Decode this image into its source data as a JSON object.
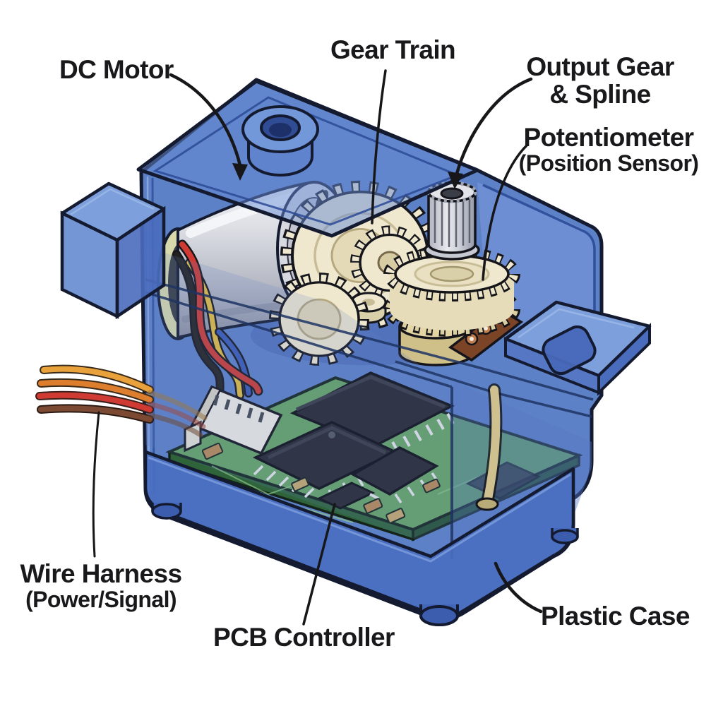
{
  "labels": {
    "dc_motor": "DC Motor",
    "gear_train": "Gear Train",
    "output_gear_line1": "Output Gear",
    "output_gear_line2": "& Spline",
    "potentiometer_line1": "Potentiometer",
    "potentiometer_line2": "(Position Sensor)",
    "wire_harness_line1": "Wire Harness",
    "wire_harness_line2": "(Power/Signal)",
    "pcb_controller": "PCB Controller",
    "plastic_case": "Plastic Case"
  },
  "colors": {
    "label_color": "#19191b",
    "outline": "#141b30",
    "case_blue": "#5d81c6",
    "case_blue_light": "#7da0dd",
    "case_blue_deep": "#4468b8",
    "case_blue_dark": "#2b4a96",
    "gear_cream": "#efe8cf",
    "gear_cream_shade": "#d9cda2",
    "motor_silver": "#d7d9e0",
    "motor_ring": "#d7d9ac",
    "pcb_green": "#67a463",
    "pcb_green_dark": "#2f6339",
    "chip_black": "#26262c",
    "pot_brown": "#7c4426",
    "pot_copper": "#c07e4e",
    "pot_tan": "#cfc08a",
    "wire_red": "#cf3a32",
    "wire_orange": "#dd7e2e",
    "wire_orange_light": "#e9a23b",
    "wire_brown": "#7c4a33",
    "wire_yellow": "#e5be3e",
    "wire_blue": "#3b5bb5",
    "wire_black": "#23211f"
  }
}
